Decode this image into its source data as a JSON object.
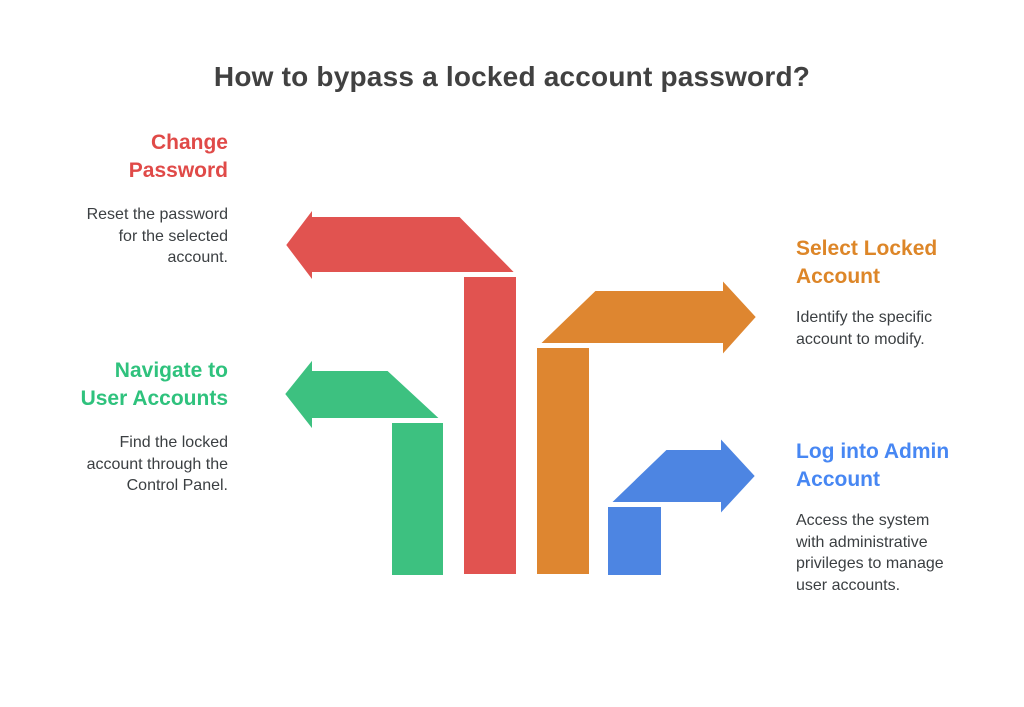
{
  "title": {
    "text": "How to bypass a locked account password?"
  },
  "palette": {
    "red": "#E15350",
    "green": "#3DC180",
    "orange": "#DE8630",
    "blue": "#4D85E2",
    "red_heading": "#E04A48",
    "green_heading": "#2FC27D",
    "orange_heading": "#DD8628",
    "blue_heading": "#4787F3",
    "title_text": "#414141",
    "body_text": "#3B3F42",
    "background": "#FFFFFF",
    "shape_outline": "#FFFFFF"
  },
  "steps": {
    "change_password": {
      "heading": "Change\nPassword",
      "description": "Reset the password\nfor the selected\naccount."
    },
    "navigate_user_accounts": {
      "heading": "Navigate to\nUser Accounts",
      "description": "Find the locked\naccount through the\nControl Panel."
    },
    "select_locked_account": {
      "heading": "Select Locked\nAccount",
      "description": "Identify the specific\naccount to modify."
    },
    "log_into_admin_account": {
      "heading": "Log into Admin\nAccount",
      "description": "Access the system\nwith administrative\nprivileges to manage\nuser accounts."
    }
  }
}
